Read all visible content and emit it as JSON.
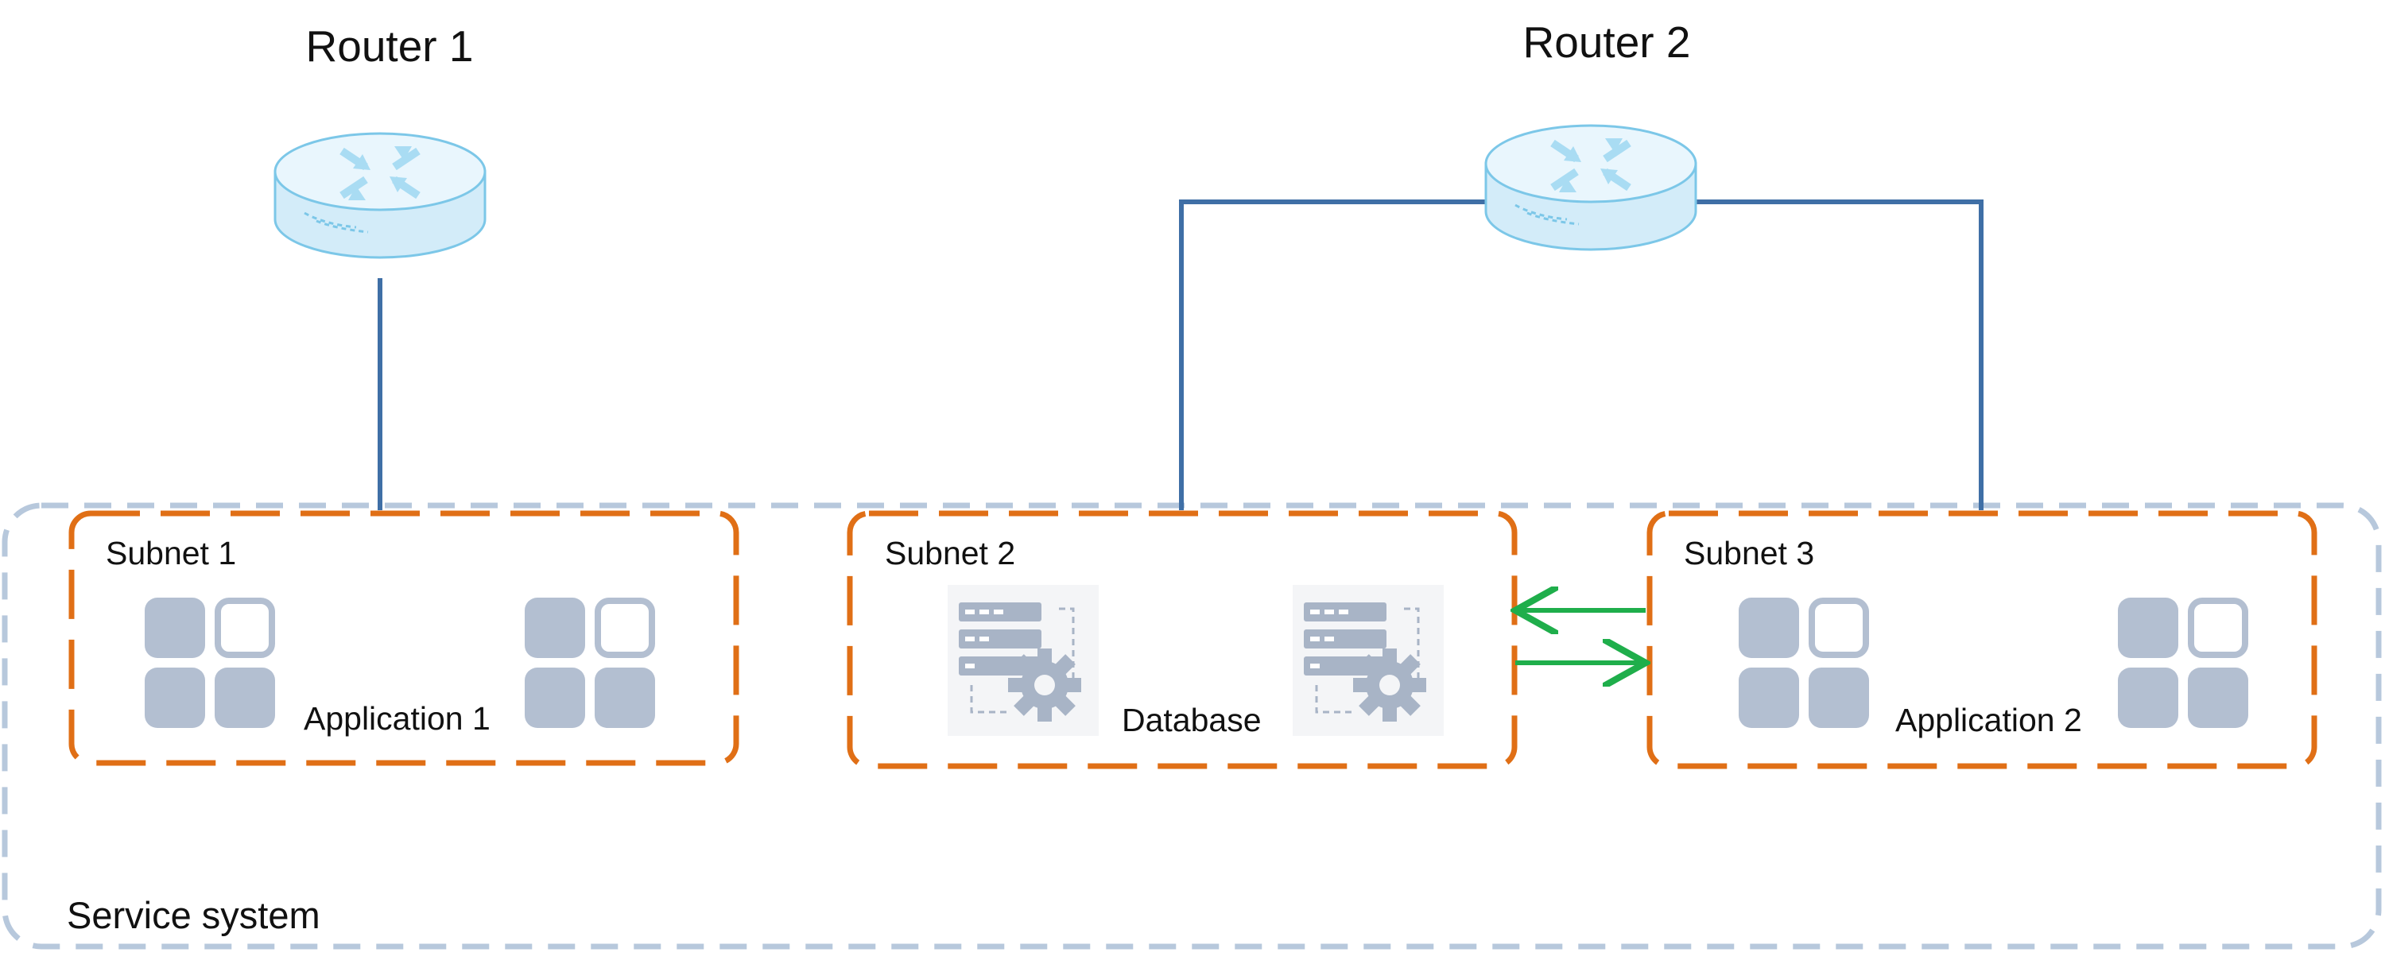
{
  "routers": [
    {
      "label": "Router 1"
    },
    {
      "label": "Router 2"
    }
  ],
  "service_system": {
    "label": "Service system"
  },
  "subnets": [
    {
      "label": "Subnet 1",
      "content_label": "Application 1",
      "icon": "application-grid-icon"
    },
    {
      "label": "Subnet 2",
      "content_label": "Database",
      "icon": "database-server-icon"
    },
    {
      "label": "Subnet 3",
      "content_label": "Application 2",
      "icon": "application-grid-icon"
    }
  ],
  "colors": {
    "subnet_border": "#e06f16",
    "system_border": "#b7c8dc",
    "link_line": "#3f6fa6",
    "flow_arrow": "#1fae4b",
    "router_fill": "#dff1fb",
    "router_stroke": "#7cc7e8",
    "app_tile": "#b3bfd1",
    "server_icon": "#a8b4c6"
  }
}
